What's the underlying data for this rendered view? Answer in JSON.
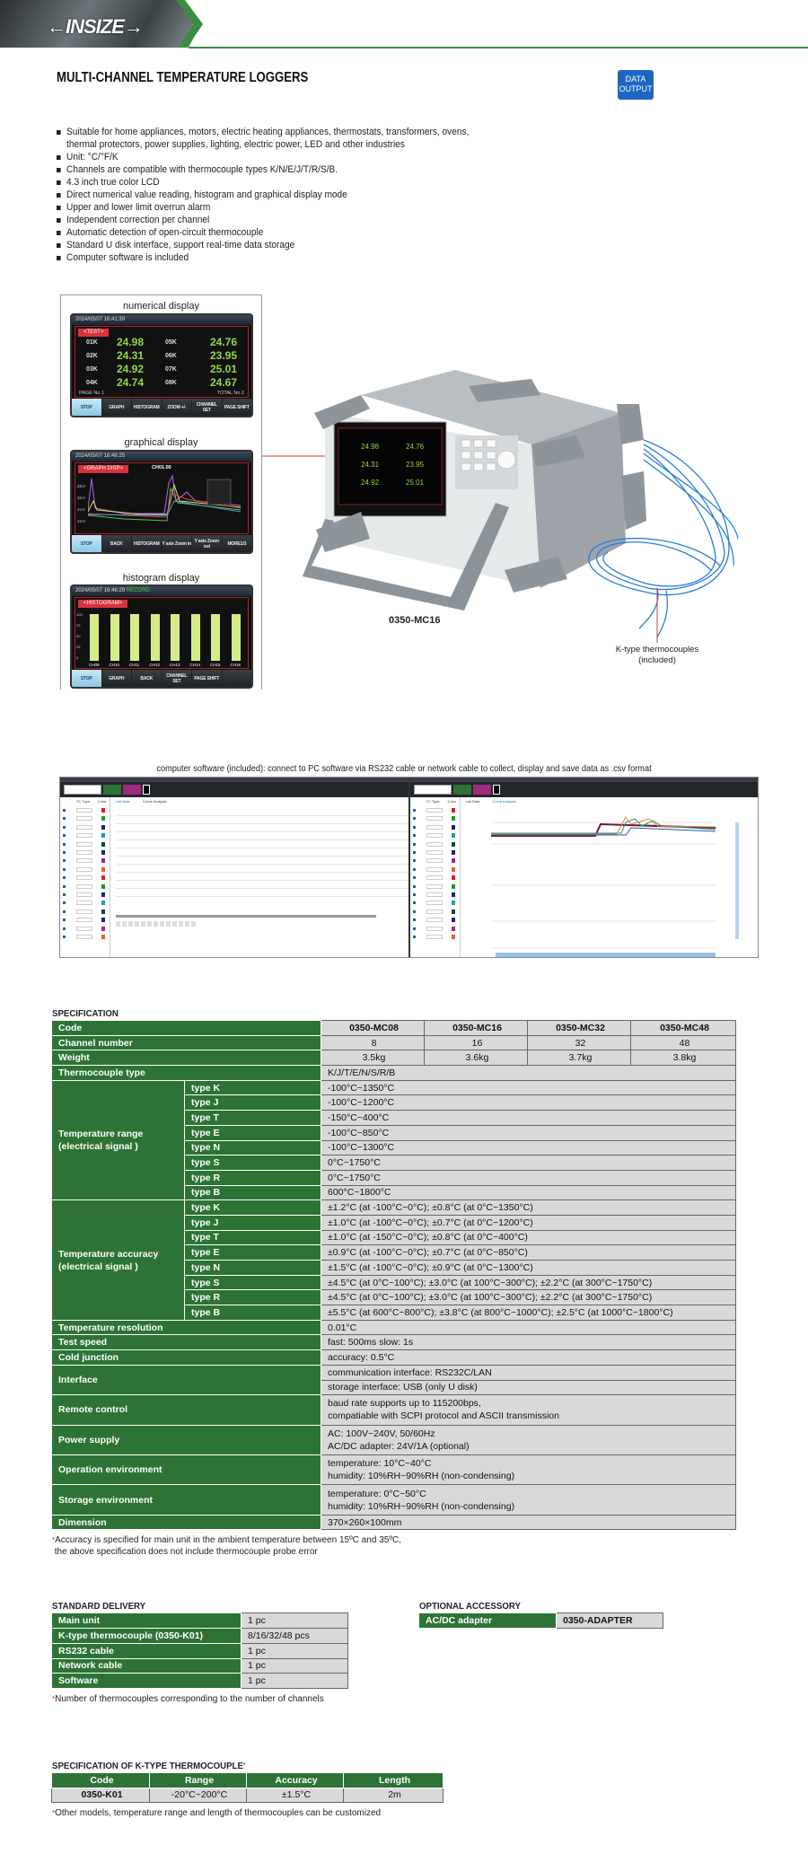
{
  "brand": {
    "logo_text": "INSIZE"
  },
  "header": {
    "title": "MULTI-CHANNEL TEMPERATURE LOGGERS",
    "badge_line1": "DATA",
    "badge_line2": "OUTPUT"
  },
  "features": [
    "Suitable for home appliances, motors, electric heating appliances, thermostats, transformers, ovens,",
    "thermal protectors, power supplies, lighting, electric power, LED and other industries",
    "Unit: °C/°F/K",
    "Channels are compatible with thermocouple types K/N/E/J/T/R/S/B.",
    "4.3 inch true color LCD",
    "Direct numerical value reading, histogram and graphical display mode",
    "Upper and lower limit overrun alarm",
    "Independent correction per channel",
    "Automatic detection of open-circuit thermocouple",
    "Standard U disk interface, support real-time data storage",
    "Computer software is included"
  ],
  "displays": {
    "numerical": {
      "caption": "numerical display",
      "datetime": "2024/05/07 16:41:39",
      "tag": "<TEST>",
      "channels": [
        {
          "ch": "01K",
          "val": "24.98"
        },
        {
          "ch": "02K",
          "val": "24.31"
        },
        {
          "ch": "03K",
          "val": "24.92"
        },
        {
          "ch": "04K",
          "val": "24.74"
        },
        {
          "ch": "05K",
          "val": "24.76"
        },
        {
          "ch": "06K",
          "val": "23.95"
        },
        {
          "ch": "07K",
          "val": "25.01"
        },
        {
          "ch": "08K",
          "val": "24.67"
        }
      ],
      "page": "PAGE No 1",
      "total": "TOTAL No 2",
      "buttons": [
        "STOP",
        "GRAPH",
        "HISTOGRAM",
        "ZOOM +/-",
        "CHANNEL SET",
        "PAGE SHIFT"
      ]
    },
    "graphical": {
      "caption": "graphical display",
      "datetime": "2024/05/07 16:46:25",
      "tag": "<GRAPH DISP>",
      "channel": "CH01.00",
      "yticks": [
        "28.0",
        "26.0",
        "24.0",
        "22.0"
      ],
      "buttons": [
        "STOP",
        "BACK",
        "HISTOGRAM",
        "Y axis Zoom in",
        "Y axis Zoom out",
        "MORE1/3"
      ]
    },
    "histogram": {
      "caption": "histogram display",
      "datetime": "2024/05/07 16:46:29",
      "record": "RECORD",
      "tag": "<HISTOGRAM>",
      "yticks": [
        "100",
        "75",
        "50",
        "25",
        "0"
      ],
      "channels": [
        "CH09",
        "CH10",
        "CH11",
        "CH12",
        "CH13",
        "CH14",
        "CH15",
        "CH16"
      ],
      "levels": [
        0.9,
        0.9,
        0.9,
        0.9,
        0.9,
        0.9,
        0.9,
        0.9
      ],
      "buttons": [
        "STOP",
        "GRAPH",
        "BACK",
        "CHANNEL SET",
        "PAGE SHIFT",
        ""
      ]
    }
  },
  "product": {
    "model_label": "0350-MC16",
    "thermocouple_label_1": "K-type thermocouples",
    "thermocouple_label_2": "(included)"
  },
  "software": {
    "caption": "computer software (included): connect to PC software via RS232 cable or network cable to collect, display and save data as .csv format",
    "tab_list": "List Data",
    "tab_curve": "Curve Analysis",
    "col_tc": "TC Type",
    "col_color": "Color",
    "channel_colors": [
      "#e02020",
      "#1a9a3a",
      "#1a237e",
      "#17a2a8",
      "#0d4a2a",
      "#1a237e",
      "#b0208a",
      "#e8602c",
      "#e02020",
      "#1a9a3a",
      "#1a237e",
      "#17a2a8",
      "#0d4a2a",
      "#1a237e",
      "#b0208a",
      "#e8602c"
    ]
  },
  "spec": {
    "title": "SPECIFICATION",
    "code_label": "Code",
    "models": [
      "0350-MC08",
      "0350-MC16",
      "0350-MC32",
      "0350-MC48"
    ],
    "channel_label": "Channel number",
    "channels": [
      "8",
      "16",
      "32",
      "48"
    ],
    "weight_label": "Weight",
    "weights": [
      "3.5kg",
      "3.6kg",
      "3.7kg",
      "3.8kg"
    ],
    "tc_type_label": "Thermocouple type",
    "tc_type_value": "K/J/T/E/N/S/R/B",
    "range": {
      "label1": "Temperature range",
      "label2": "(electrical signal )",
      "items": [
        {
          "type": "type K",
          "value": "-100°C~1350°C"
        },
        {
          "type": "type J",
          "value": "-100°C~1200°C"
        },
        {
          "type": "type T",
          "value": "-150°C~400°C"
        },
        {
          "type": "type E",
          "value": "-100°C~850°C"
        },
        {
          "type": "type N",
          "value": "-100°C~1300°C"
        },
        {
          "type": "type S",
          "value": "0°C~1750°C"
        },
        {
          "type": "type R",
          "value": "0°C~1750°C"
        },
        {
          "type": "type B",
          "value": "600°C~1800°C"
        }
      ]
    },
    "accuracy": {
      "label1": "Temperature accuracy",
      "mark": "*",
      "label2": "(electrical signal )",
      "items": [
        {
          "type": "type K",
          "value": "±1.2°C (at -100°C~0°C); ±0.8°C (at 0°C~1350°C)"
        },
        {
          "type": "type J",
          "value": "±1.0°C (at -100°C~0°C); ±0.7°C (at 0°C~1200°C)"
        },
        {
          "type": "type T",
          "value": "±1.0°C (at -150°C~0°C); ±0.8°C (at 0°C~400°C)"
        },
        {
          "type": "type E",
          "value": "±0.9°C (at -100°C~0°C); ±0.7°C (at 0°C~850°C)"
        },
        {
          "type": "type N",
          "value": "±1.5°C (at -100°C~0°C); ±0.9°C (at 0°C~1300°C)"
        },
        {
          "type": "type S",
          "value": "±4.5°C (at 0°C~100°C); ±3.0°C (at 100°C~300°C); ±2.2°C (at 300°C~1750°C)"
        },
        {
          "type": "type R",
          "value": "±4.5°C (at 0°C~100°C); ±3.0°C (at 100°C~300°C); ±2.2°C (at 300°C~1750°C)"
        },
        {
          "type": "type B",
          "value": "±5.5°C (at 600°C~800°C); ±3.8°C (at 800°C~1000°C); ±2.5°C (at 1000°C~1800°C)"
        }
      ]
    },
    "rows": [
      {
        "label": "Temperature resolution",
        "lines": [
          "0.01°C"
        ]
      },
      {
        "label": "Test speed",
        "lines": [
          "fast: 500ms    slow: 1s"
        ]
      },
      {
        "label": "Cold junction",
        "lines": [
          "accuracy: 0.5°C"
        ]
      },
      {
        "label": "Interface",
        "split": true,
        "lines": [
          "communication interface: RS232C/LAN",
          "storage interface: USB (only U disk)"
        ]
      },
      {
        "label": "Remote control",
        "lines": [
          "baud rate supports up to 115200bps,",
          "compatiable with SCPI protocol and ASCII transmission"
        ]
      },
      {
        "label": "Power supply",
        "lines": [
          "AC: 100V~240V, 50/60Hz",
          "AC/DC adapter: 24V/1A (optional)"
        ]
      },
      {
        "label": "Operation environment",
        "lines": [
          "temperature: 10°C~40°C",
          "humidity: 10%RH~90%RH (non-condensing)"
        ]
      },
      {
        "label": "Storage environment",
        "lines": [
          "temperature: 0°C~50°C",
          "humidity: 10%RH~90%RH (non-condensing)"
        ]
      },
      {
        "label": "Dimension",
        "lines": [
          "370×260×100mm"
        ]
      }
    ],
    "note_mark": "*",
    "note1": "Accuracy is specified for main unit in the ambient temperature between 15ºC and 35ºC,",
    "note2": "the above specification does not include thermocouple probe error"
  },
  "delivery": {
    "title": "STANDARD DELIVERY",
    "items": [
      {
        "name": "Main unit",
        "qty": "1 pc"
      },
      {
        "name": "K-type thermocouple (0350-K01)",
        "mark": "*",
        "qty": "8/16/32/48 pcs"
      },
      {
        "name": "RS232 cable",
        "qty": "1 pc"
      },
      {
        "name": "Network cable",
        "qty": "1 pc"
      },
      {
        "name": "Software",
        "qty": "1 pc"
      }
    ],
    "note_mark": "*",
    "note": "Number of thermocouples corresponding to the number of channels"
  },
  "accessory": {
    "title": "OPTIONAL ACCESSORY",
    "name": "AC/DC adapter",
    "code": "0350-ADAPTER"
  },
  "thermocouple": {
    "title": "SPECIFICATION OF K-TYPE THERMOCOUPLE",
    "mark": "*",
    "headers": [
      "Code",
      "Range",
      "Accuracy",
      "Length"
    ],
    "values": [
      "0350-K01",
      "-20°C~200°C",
      "±1.5°C",
      "2m"
    ],
    "note_mark": "*",
    "note": "Other models, temperature range and length of thermocouples can be customized"
  }
}
